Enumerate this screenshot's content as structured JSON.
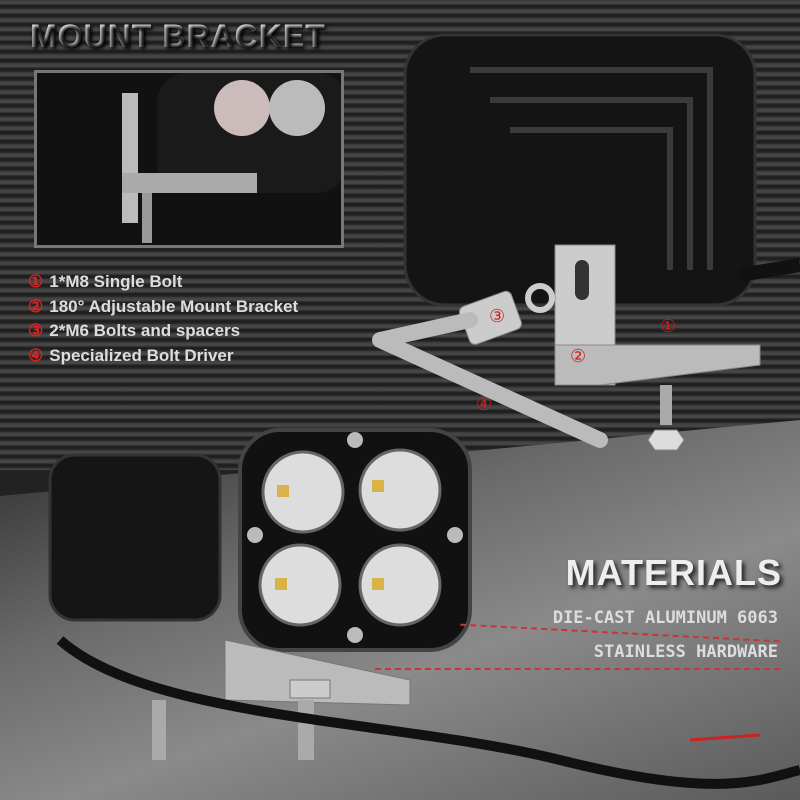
{
  "title": "MOUNT BRACKET",
  "features": [
    {
      "num": "①",
      "text": "1*M8 Single Bolt"
    },
    {
      "num": "②",
      "text": "180° Adjustable Mount Bracket"
    },
    {
      "num": "③",
      "text": "2*M6 Bolts and spacers"
    },
    {
      "num": "④",
      "text": "Specialized Bolt Driver"
    }
  ],
  "callouts": [
    "①",
    "②",
    "③",
    "④"
  ],
  "materials": {
    "heading": "MATERIALS",
    "line1": "DIE-CAST ALUMINUM 6063",
    "line2": "STAINLESS HARDWARE"
  },
  "colors": {
    "accent": "#cc2222"
  }
}
